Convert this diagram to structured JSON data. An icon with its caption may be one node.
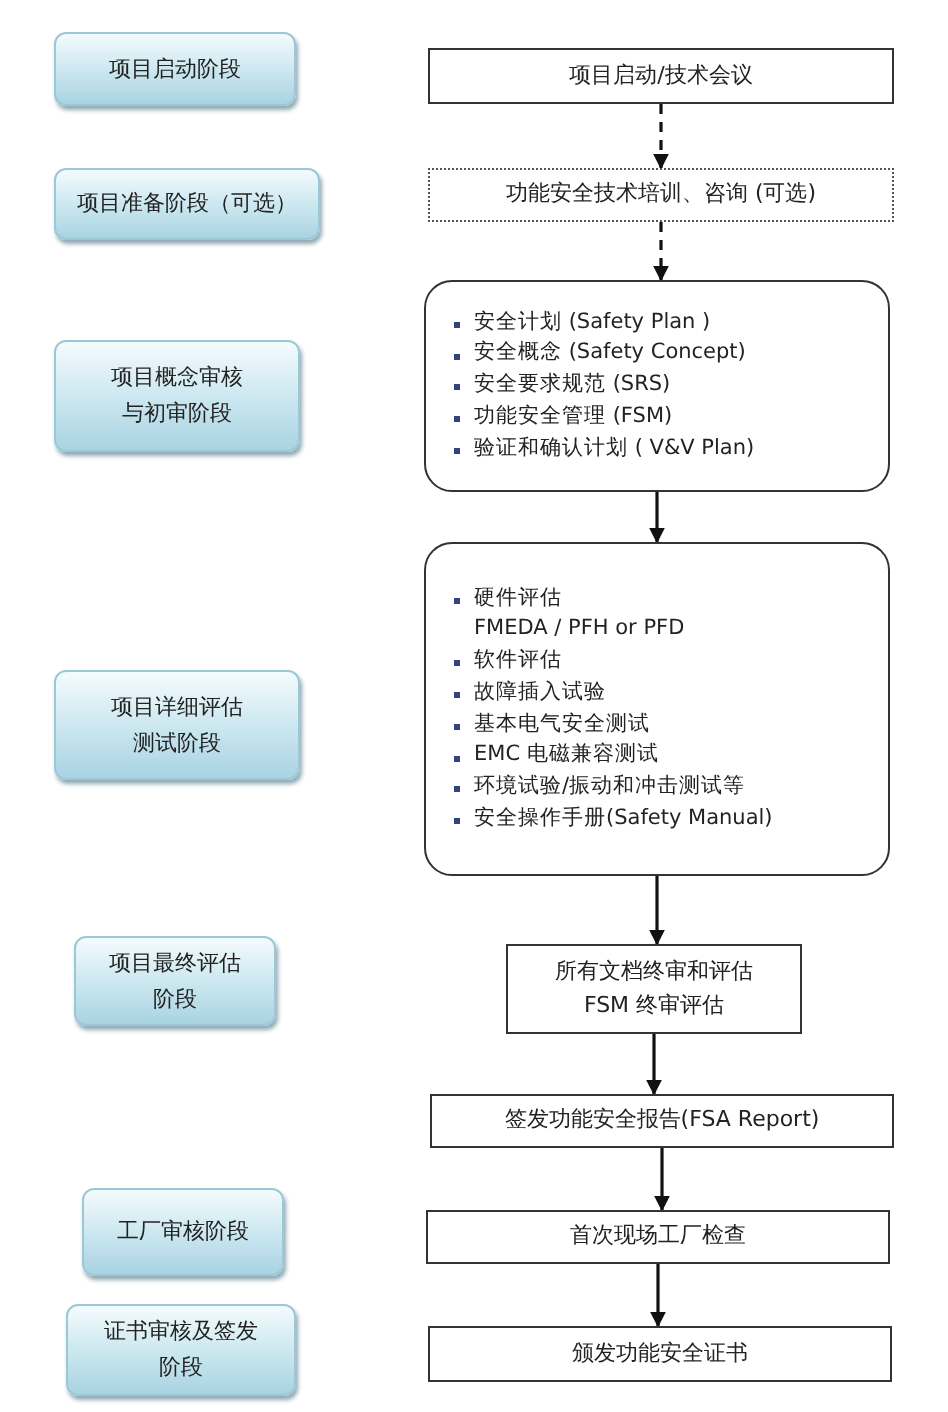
{
  "diagram": {
    "nodes": [
      {
        "text": [
          "项目启动阶段"
        ]
      },
      {
        "text": [
          "项目启动/技术会议"
        ]
      },
      {
        "text": [
          "项目准备阶段（可选）"
        ]
      },
      {
        "text": [
          "功能安全技术培训、咨询 (可选)"
        ]
      },
      {
        "text": [
          "项目概念审核与初审阶段"
        ]
      },
      {
        "text": [
          "安全计划 (Safety Plan )",
          "安全概念 (Safety Concept)",
          "安全要求规范 (SRS)",
          "功能安全管理 (FSM)",
          "验证和确认计划 ( V&V Plan)"
        ]
      },
      {
        "text": [
          "项目详细评估测试阶段"
        ]
      },
      {
        "text": [
          "硬件评估",
          "FMEDA / PFH or PFD",
          "软件评估",
          "故障插入试验",
          "基本电气安全测试",
          "EMC 电磁兼容测试",
          "环境试验/振动和冲击测试等",
          "安全操作手册(Safety Manual)"
        ]
      },
      {
        "text": [
          "项目最终评估阶段"
        ]
      },
      {
        "text": [
          "所有文档终审和评估 FSM 终审评估"
        ]
      },
      {
        "text": [
          "签发功能安全报告(FSA Report)"
        ]
      },
      {
        "text": [
          "工厂审核阶段"
        ]
      },
      {
        "text": [
          "首次现场工厂检查"
        ]
      },
      {
        "text": [
          "证书审核及签发阶段"
        ]
      },
      {
        "text": [
          "颁发功能安全证书"
        ]
      }
    ],
    "edges": [
      {
        "from": 1,
        "to": 3,
        "arrow": "to",
        "style": "dashed"
      },
      {
        "from": 3,
        "to": 5,
        "arrow": "to",
        "style": "dashed"
      },
      {
        "from": 5,
        "to": 7,
        "arrow": "to"
      },
      {
        "from": 7,
        "to": 9,
        "arrow": "to"
      },
      {
        "from": 9,
        "to": 10,
        "arrow": "to"
      },
      {
        "from": 10,
        "to": 12,
        "arrow": "to"
      },
      {
        "from": 12,
        "to": 14,
        "arrow": "to"
      }
    ]
  }
}
